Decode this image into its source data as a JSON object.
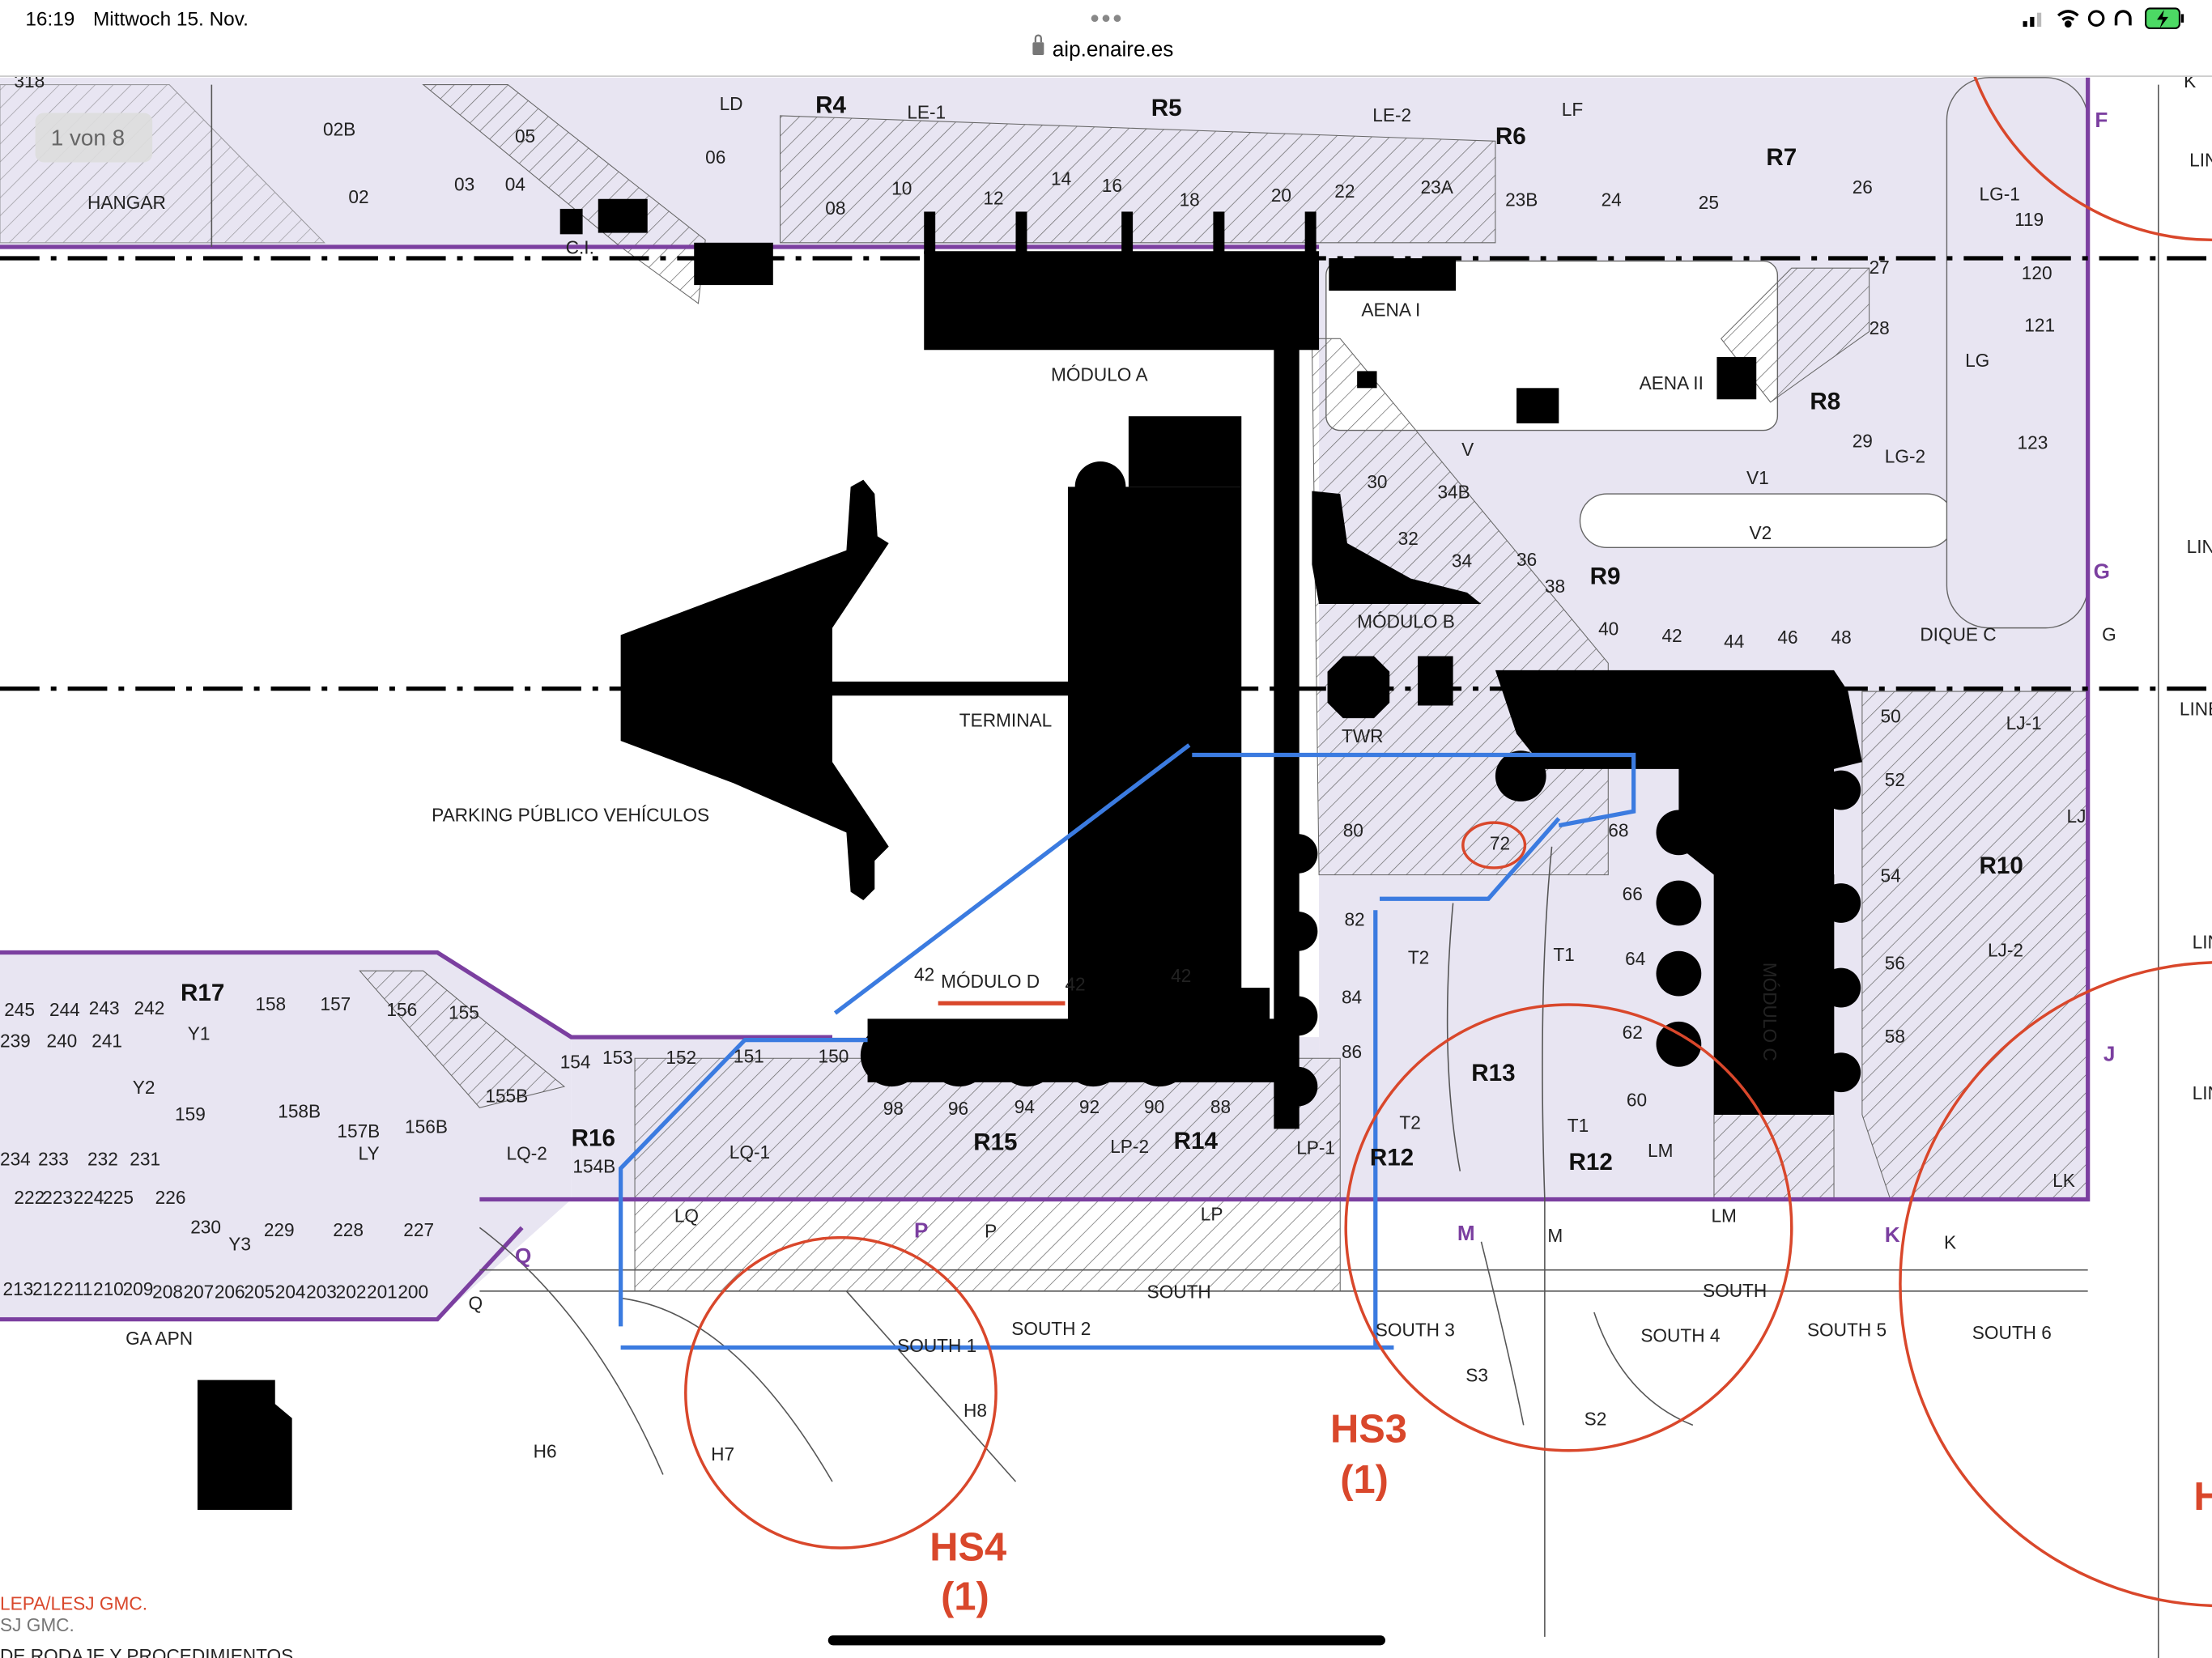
{
  "status_bar": {
    "time": "16:19",
    "date": "Mittwoch 15. Nov.",
    "url": "aip.enaire.es",
    "battery_color": "#4cd964"
  },
  "viewer": {
    "page_indicator": "1 von 8"
  },
  "colors": {
    "apron": "#e8e5f2",
    "border": "#7b3fa0",
    "route": "#3b7be0",
    "hotspot": "#d9472b"
  },
  "labels": {
    "n318": "318",
    "ld": "LD",
    "r4": "R4",
    "le1": "LE-1",
    "r5": "R5",
    "le2": "LE-2",
    "lf": "LF",
    "r6": "R6",
    "r7": "R7",
    "s02b": "02B",
    "s05": "05",
    "s06": "06",
    "hangar": "HANGAR",
    "s02": "02",
    "s03": "03",
    "s04": "04",
    "s10": "10",
    "s12": "12",
    "s14": "14",
    "s16": "16",
    "s18": "18",
    "s20": "20",
    "s22": "22",
    "s23a": "23A",
    "s23b": "23B",
    "s24": "24",
    "s25": "25",
    "s26": "26",
    "lg1": "LG-1",
    "s119": "119",
    "s08": "08",
    "ci": "C.I.",
    "s27": "27",
    "s120": "120",
    "aena1": "AENA I",
    "s28": "28",
    "s121": "121",
    "moda": "MÓDULO A",
    "lg": "LG",
    "aena2": "AENA II",
    "r8": "R8",
    "s29": "29",
    "lg2": "LG-2",
    "s123": "123",
    "v": "V",
    "s30": "30",
    "s34b": "34B",
    "v1": "V1",
    "s32": "32",
    "s34": "34",
    "s36": "36",
    "s38": "38",
    "r9": "R9",
    "v2": "V2",
    "modb": "MÓDULO B",
    "s40": "40",
    "s42a": "42",
    "s44": "44",
    "s46": "46",
    "s48": "48",
    "diquec": "DIQUE C",
    "g1": "G",
    "g2": "G",
    "s50": "50",
    "lj1": "LJ-1",
    "terminal": "TERMINAL",
    "twr": "TWR",
    "s52": "52",
    "lj": "LJ",
    "parking": "PARKING PÚBLICO VEHÍCULOS",
    "s80": "80",
    "s72": "72",
    "s68": "68",
    "r10": "R10",
    "s54": "54",
    "s66": "66",
    "s82": "82",
    "t2a": "T2",
    "t1a": "T1",
    "s64": "64",
    "s56": "56",
    "lj2": "LJ-2",
    "r17": "R17",
    "s158": "158",
    "s157": "157",
    "s156": "156",
    "s155": "155",
    "s245": "245",
    "s244": "244",
    "s243": "243",
    "s242": "242",
    "s239": "239",
    "s240": "240",
    "s241": "241",
    "y1": "Y1",
    "s42b": "42",
    "modd": "MÓDULO D",
    "s42c": "42",
    "s42d": "42",
    "s84": "84",
    "s62": "62",
    "s58": "58",
    "j": "J",
    "s154": "154",
    "s153": "153",
    "s152": "152",
    "s151": "151",
    "s150": "150",
    "s86": "86",
    "r13": "R13",
    "y2": "Y2",
    "s159": "159",
    "s158b": "158B",
    "s157b": "157B",
    "s156b": "156B",
    "s155b": "155B",
    "s98": "98",
    "s96": "96",
    "s94": "94",
    "s92": "92",
    "s90": "90",
    "s88": "88",
    "s60": "60",
    "r16": "R16",
    "lq2": "LQ-2",
    "r15": "R15",
    "r14": "R14",
    "lp2": "LP-2",
    "lp1": "LP-1",
    "t2b": "T2",
    "t1b": "T1",
    "r12a": "R12",
    "r12b": "R12",
    "lm1": "LM",
    "lk": "LK",
    "s234": "234",
    "s233": "233",
    "s232": "232",
    "s231": "231",
    "ly": "LY",
    "s154b": "154B",
    "lq1": "LQ-1",
    "lq": "LQ",
    "lp": "LP",
    "lm2": "LM",
    "m1": "M",
    "m2": "M",
    "p1": "P",
    "p2": "P",
    "k1": "K",
    "k2": "K",
    "q1": "Q",
    "q2": "Q",
    "s222": "222",
    "s223": "223",
    "s224": "224",
    "s225": "225",
    "s226": "226",
    "s230": "230",
    "y3": "Y3",
    "s229": "229",
    "s228": "228",
    "s227": "227",
    "s213": "213",
    "s212": "212",
    "s211": "211",
    "s210": "210",
    "s209": "209",
    "s208": "208",
    "s207": "207",
    "s206": "206",
    "s205": "205",
    "s204": "204",
    "s203": "203",
    "s202": "202",
    "s201": "201",
    "s200": "200",
    "south": "SOUTH",
    "southb": "SOUTH",
    "south1": "SOUTH 1",
    "south2": "SOUTH 2",
    "south3": "SOUTH 3",
    "south4": "SOUTH 4",
    "south5": "SOUTH 5",
    "south6": "SOUTH 6",
    "gaapn": "GA APN",
    "s3": "S3",
    "s2": "S2",
    "h8": "H8",
    "h6": "H6",
    "h7": "H7",
    "hs3": "HS3",
    "hs3n": "(1)",
    "hs4": "HS4",
    "hs4n": "(1)",
    "hs5": "H",
    "modc": "MÓDULO C",
    "lin1": "LIN",
    "lin2": "LIN",
    "lin3": "LINE",
    "lin4": "LIN",
    "lin5": "LIN",
    "ktop": "K",
    "f": "F",
    "foot1": "LEPA/LESJ GMC.",
    "foot2": "SJ GMC.",
    "foot3": "DE RODAJE Y PROCEDIMIENTOS"
  }
}
